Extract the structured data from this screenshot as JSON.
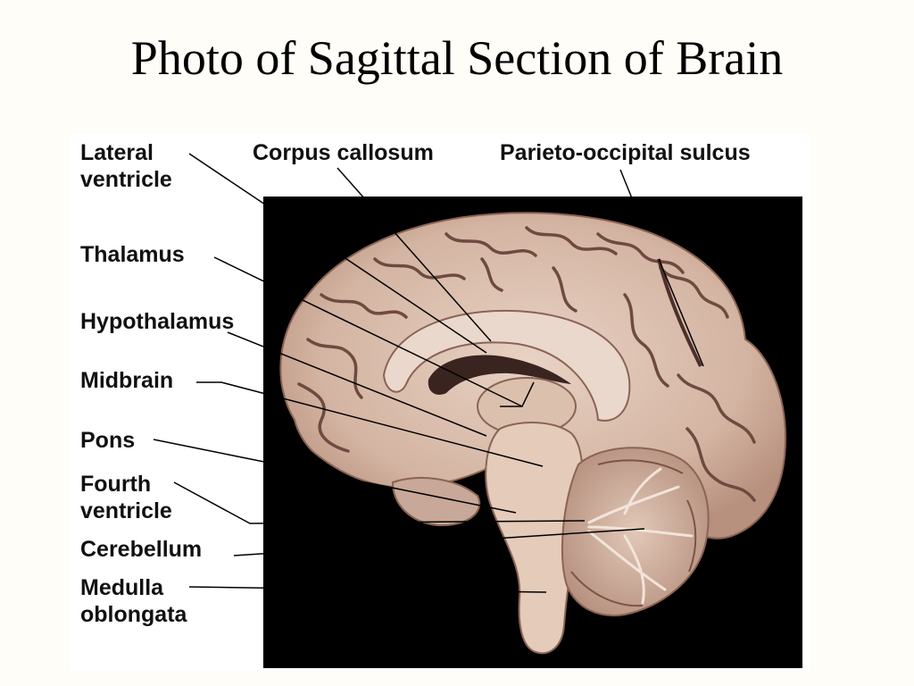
{
  "slide": {
    "title": "Photo of Sagittal Section of Brain"
  },
  "labels": {
    "lateral_ventricle": [
      "Lateral",
      "ventricle"
    ],
    "corpus_callosum": "Corpus callosum",
    "parieto_occipital_sulcus": "Parieto-occipital sulcus",
    "thalamus": "Thalamus",
    "hypothalamus": "Hypothalamus",
    "midbrain": "Midbrain",
    "pons": "Pons",
    "fourth_ventricle": [
      "Fourth",
      "ventricle"
    ],
    "cerebellum": "Cerebellum",
    "medulla_oblongata": [
      "Medulla",
      "oblongata"
    ]
  },
  "colors": {
    "photo_background": "#000000",
    "brain_tissue": "#d6b8a6",
    "sulcus_shadow": "#6e4a40",
    "leader_line": "#000000"
  }
}
